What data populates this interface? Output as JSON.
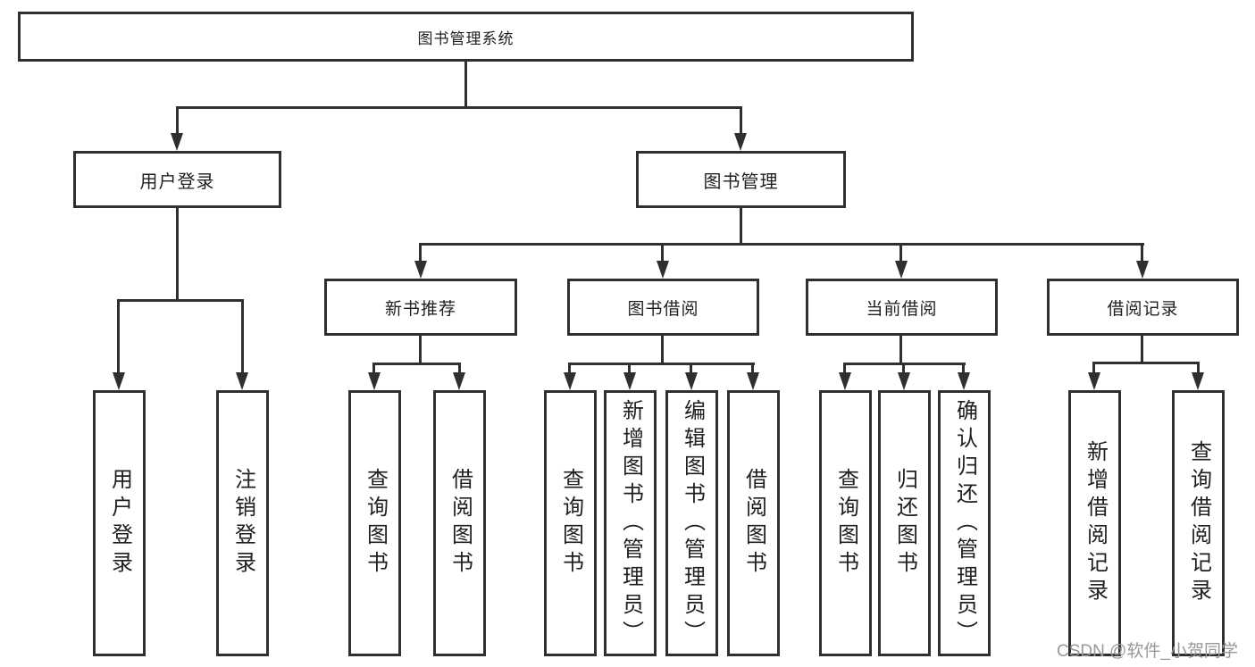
{
  "diagram": {
    "root": {
      "label": "图书管理系统"
    },
    "level2": [
      {
        "label": "用户登录"
      },
      {
        "label": "图书管理"
      }
    ],
    "level3": [
      {
        "label": "新书推荐"
      },
      {
        "label": "图书借阅"
      },
      {
        "label": "当前借阅"
      },
      {
        "label": "借阅记录"
      }
    ],
    "leaves": {
      "user_login": [
        "用户登录",
        "注销登录"
      ],
      "new_books": [
        "查询图书",
        "借阅图书"
      ],
      "book_borrow": [
        "查询图书",
        "新增图书（管理员）",
        "编辑图书（管理员）",
        "借阅图书"
      ],
      "current_borrow": [
        "查询图书",
        "归还图书",
        "确认归还（管理员）"
      ],
      "borrow_records": [
        "新增借阅记录",
        "查询借阅记录"
      ]
    }
  },
  "watermark": "CSDN @软件_小贺同学",
  "colors": {
    "line": "#2f2f2f",
    "text": "#1f1f1f",
    "watermark": "#97979c",
    "background": "#ffffff"
  }
}
